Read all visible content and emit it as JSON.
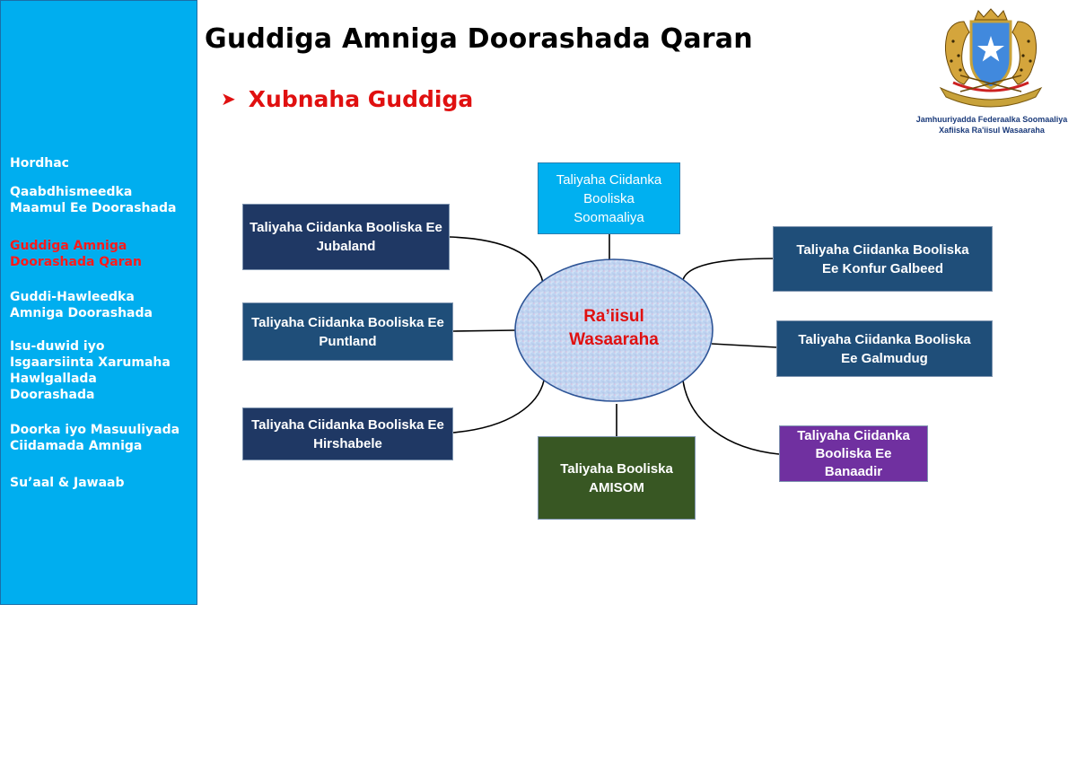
{
  "header": {
    "title": "Guddiga Amniga Doorashada Qaran",
    "subtitle": "Xubnaha Guddiga"
  },
  "logo": {
    "caption_line1": "Jamhuuriyadda Federaalka Soomaaliya",
    "caption_line2": "Xafiiska Ra'iisul Wasaaraha"
  },
  "sidebar": {
    "items": [
      {
        "label": "Hordhac"
      },
      {
        "label": "Qaabdhismeedka\nMaamul Ee Doorashada"
      },
      {
        "label": "Guddiga  Amniga\nDoorashada Qaran"
      },
      {
        "label": "Guddi-Hawleedka\nAmniga  Doorashada"
      },
      {
        "label": "Isu-duwid  iyo\nIsgaarsiinta  Xarumaha\nHawlgallada\nDoorashada"
      },
      {
        "label": "Doorka iyo Masuuliyada\nCiidamada Amniga"
      },
      {
        "label": "Su’aal & Jawaab"
      }
    ],
    "active_index": 2
  },
  "diagram": {
    "center": "Ra’iisul\nWasaaraha",
    "nodes": {
      "somalia": "Taliyaha Ciidanka\nBooliska\nSoomaaliya",
      "jubaland": "Taliyaha Ciidanka Booliska Ee\nJubaland",
      "puntland": "Taliyaha Ciidanka Booliska Ee\nPuntland",
      "hirshabele": "Taliyaha Ciidanka Booliska Ee\nHirshabele",
      "amisom": "Taliyaha Booliska\nAMISOM",
      "konfur_galbeed": "Taliyaha Ciidanka Booliska\nEe Konfur Galbeed",
      "galmudug": "Taliyaha Ciidanka Booliska\nEe Galmudug",
      "banaadir": "Taliyaha Ciidanka\nBooliska Ee\nBanaadir"
    }
  },
  "colors": {
    "sidebar_bg": "#00AEEF",
    "accent_red": "#e01010",
    "navy": "#1F3864",
    "steel_blue": "#1F4E79",
    "cyan": "#00B0F0",
    "green": "#385723",
    "purple": "#7030A0"
  }
}
